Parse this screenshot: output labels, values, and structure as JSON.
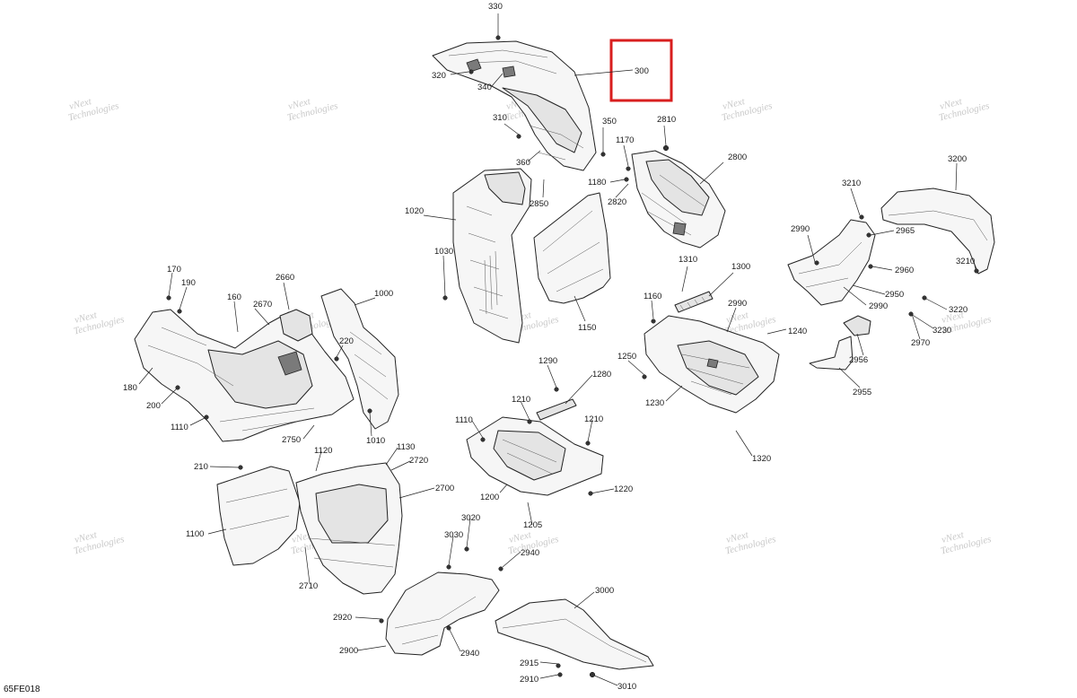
{
  "diagram": {
    "doc_code": "65FE018",
    "highlighted_part": "300",
    "watermark": {
      "line1": "vNext",
      "line2": "Technologies"
    },
    "labels": {
      "l330": "330",
      "l320": "320",
      "l340": "340",
      "l300": "300",
      "l310": "310",
      "l350": "350",
      "l2810": "2810",
      "l360": "360",
      "l1170": "1170",
      "l2800": "2800",
      "l3200": "3200",
      "l1180": "1180",
      "l2850": "2850",
      "l2820": "2820",
      "l3210a": "3210",
      "l1020": "1020",
      "l2990a": "2990",
      "l2965": "2965",
      "l3210b": "3210",
      "l2960": "2960",
      "l1030": "1030",
      "l1310": "1310",
      "l1300": "1300",
      "l170": "170",
      "l2660": "2660",
      "l190": "190",
      "l1000": "1000",
      "l160": "160",
      "l2670": "2670",
      "l2950": "2950",
      "l1160": "1160",
      "l2990b": "2990",
      "l2990c": "2990",
      "l3220": "3220",
      "l3230": "3230",
      "l2970": "2970",
      "l1150": "1150",
      "l1240": "1240",
      "l2956": "2956",
      "l220": "220",
      "l1290": "1290",
      "l1250": "1250",
      "l180": "180",
      "l1280": "1280",
      "l2955": "2955",
      "l200": "200",
      "l1210a": "1210",
      "l1230": "1230",
      "l1110a": "1110",
      "l1110b": "1110",
      "l1210b": "1210",
      "l1010": "1010",
      "l2750": "2750",
      "l1120": "1120",
      "l1130": "1130",
      "l1320": "1320",
      "l210": "210",
      "l2720": "2720",
      "l2700": "2700",
      "l1220": "1220",
      "l1200": "1200",
      "l3020": "3020",
      "l1100": "1100",
      "l1205": "1205",
      "l3030": "3030",
      "l2940a": "2940",
      "l2710": "2710",
      "l3000": "3000",
      "l2920": "2920",
      "l2900": "2900",
      "l2940b": "2940",
      "l2915": "2915",
      "l2910": "2910",
      "l3010": "3010"
    }
  }
}
